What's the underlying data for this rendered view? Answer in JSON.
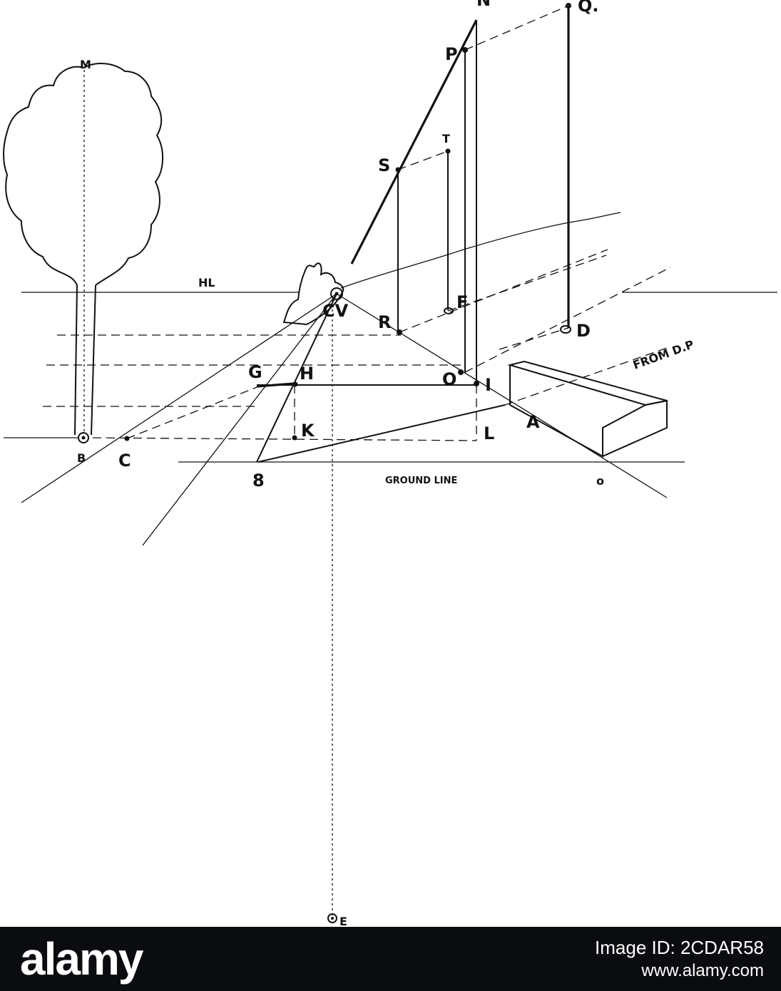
{
  "diagram": {
    "labels": {
      "M": "M",
      "N": "N",
      "Q": "Q.",
      "P": "P",
      "T": "T",
      "S": "S",
      "HL": "HL",
      "CV": "CV",
      "F": "F",
      "R": "R",
      "D": "D",
      "from_dp": "FROM D.P",
      "G": "G",
      "H": "H",
      "O_mid": "O",
      "I": "I",
      "A": "A",
      "K": "K",
      "L": "L",
      "B": "B",
      "C": "C",
      "eight": "8",
      "ground_line": "GROUND LINE",
      "O_low": "o",
      "E": "E"
    }
  },
  "stock_bar": {
    "brand": "alamy",
    "image_id": "Image ID: 2CDAR58",
    "url": "www.alamy.com"
  }
}
